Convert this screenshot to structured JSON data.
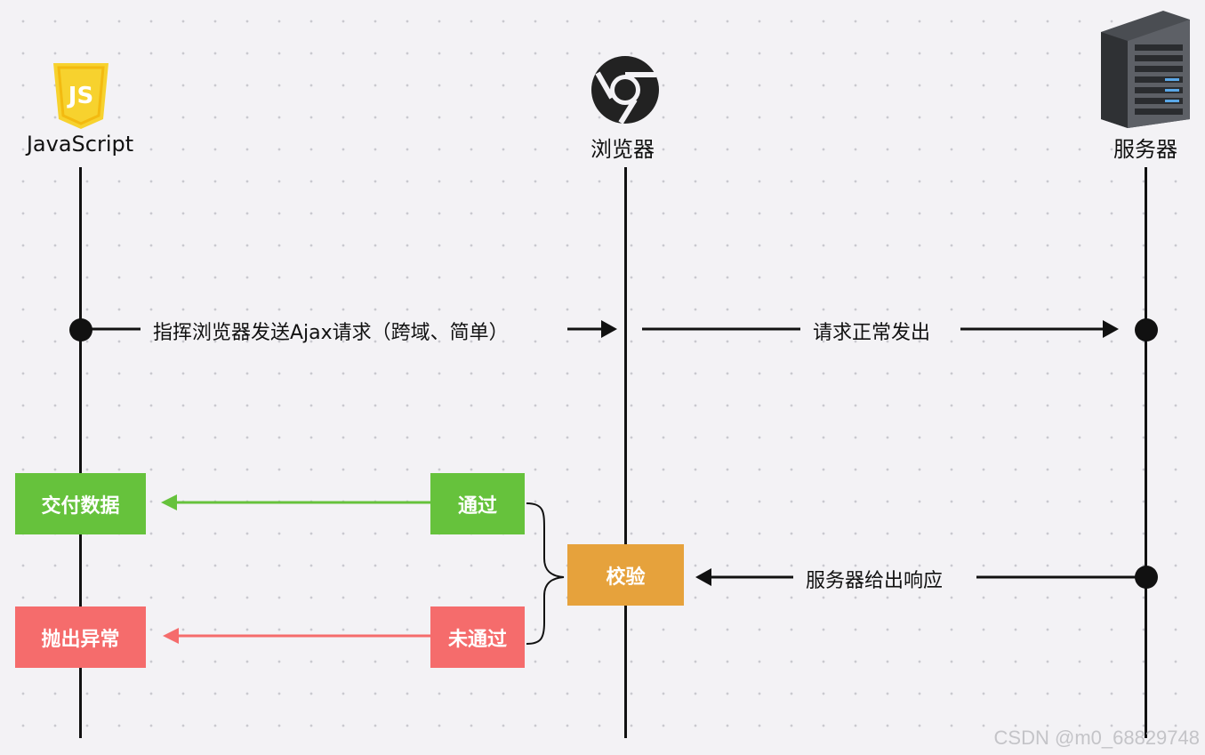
{
  "actors": {
    "js": {
      "label": "JavaScript",
      "icon": "js-shield-icon"
    },
    "browser": {
      "label": "浏览器",
      "icon": "chrome-icon"
    },
    "server": {
      "label": "服务器",
      "icon": "server-rack-icon"
    }
  },
  "messages": {
    "js_to_browser": "指挥浏览器发送Ajax请求（跨域、简单）",
    "browser_to_server": "请求正常发出",
    "server_to_browser": "服务器给出响应"
  },
  "boxes": {
    "deliver": "交付数据",
    "pass": "通过",
    "verify": "校验",
    "throw": "抛出异常",
    "fail": "未通过"
  },
  "colors": {
    "green": "#66c23c",
    "orange": "#e6a23c",
    "red": "#f56c6c",
    "line": "#111111"
  },
  "watermark": "CSDN @m0_68829748"
}
